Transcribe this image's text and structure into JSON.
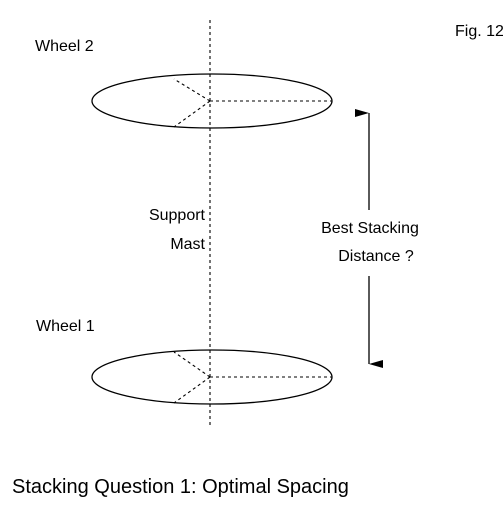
{
  "figure_number": "Fig. 12",
  "labels": {
    "wheel_top": "Wheel 2",
    "wheel_bottom": "Wheel 1",
    "mast_line1": "Support",
    "mast_line2": "Mast",
    "distance_line1": "Best Stacking",
    "distance_line2": "Distance  ?"
  },
  "caption": "Stacking Question 1: Optimal Spacing"
}
